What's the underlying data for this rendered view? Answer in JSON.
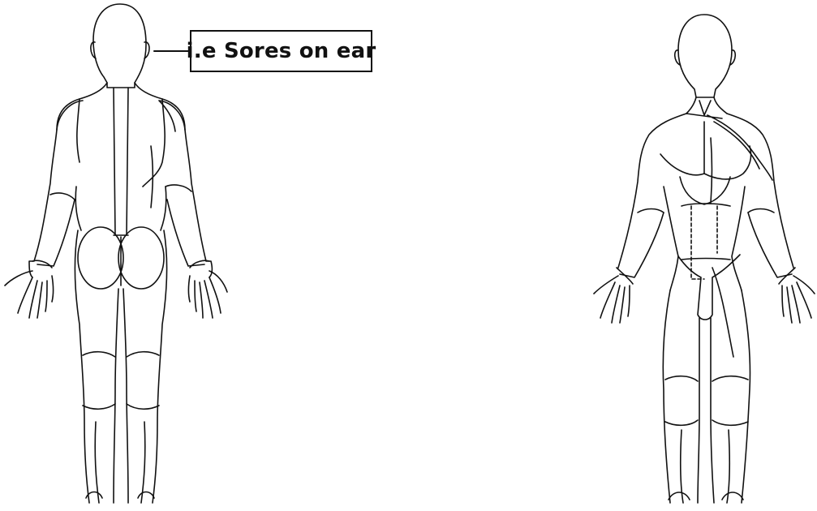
{
  "annotation": {
    "text": "i.e Sores on ear"
  },
  "colors": {
    "outline": "#111111",
    "background": "#ffffff"
  },
  "figures": [
    {
      "name": "back-view-body-figure"
    },
    {
      "name": "front-view-body-figure"
    }
  ]
}
